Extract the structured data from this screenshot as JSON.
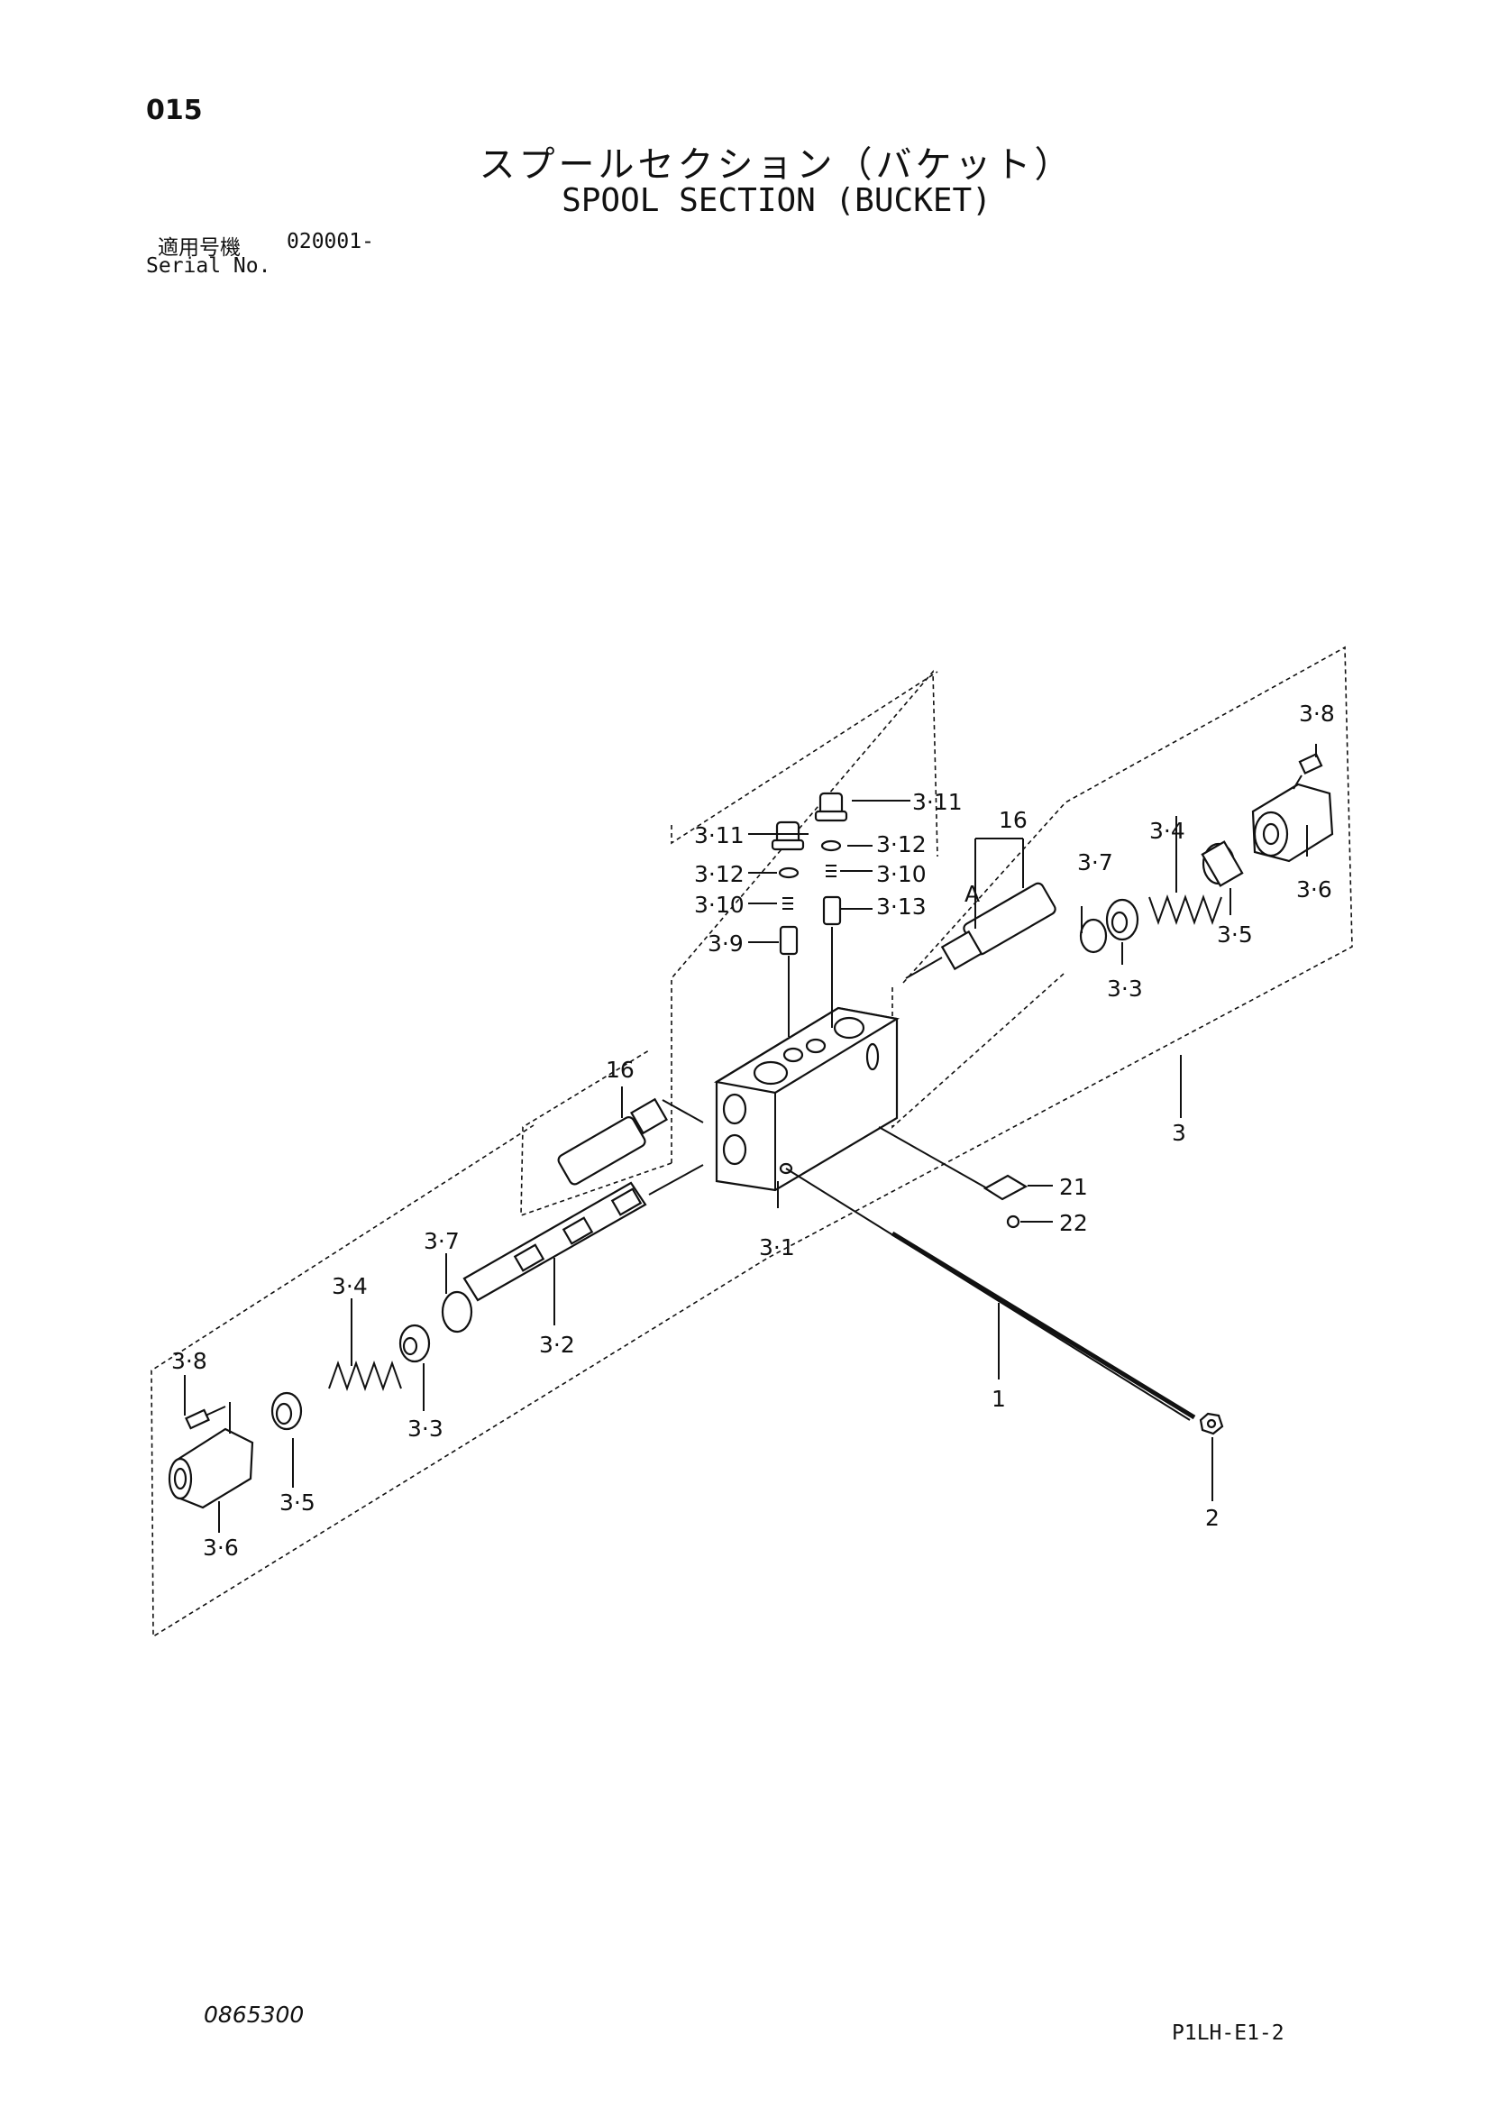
{
  "header": {
    "page_number": "015",
    "title_jp": "スプールセクション（バケット）",
    "title_en": "SPOOL SECTION (BUCKET)",
    "serial_label_jp": "適用号機",
    "serial_value": "020001-",
    "serial_label_en": "Serial No."
  },
  "callouts": {
    "c_3_8_r": "3·8",
    "c_3_11_a": "3·11",
    "c_3_11_b": "3·11",
    "c_3_12_a": "3·12",
    "c_3_12_b": "3·12",
    "c_3_10_a": "3·10",
    "c_3_10_b": "3·10",
    "c_3_13": "3·13",
    "c_3_9": "3·9",
    "c_16_r": "16",
    "c_A": "A",
    "c_3_7_r": "3·7",
    "c_3_4_r": "3·4",
    "c_3_6_r": "3·6",
    "c_3_5_r": "3·5",
    "c_3_3_r": "3·3",
    "c_3": "3",
    "c_16_l": "16",
    "c_21": "21",
    "c_22": "22",
    "c_3_1": "3·1",
    "c_3_7_l": "3·7",
    "c_3_4_l": "3·4",
    "c_3_2": "3·2",
    "c_3_8_l": "3·8",
    "c_3_3_l": "3·3",
    "c_1": "1",
    "c_3_5_l": "3·5",
    "c_3_6_l": "3·6",
    "c_2": "2"
  },
  "footer": {
    "document_number": "0865300",
    "sheet_code": "P1LH-E1-2"
  }
}
